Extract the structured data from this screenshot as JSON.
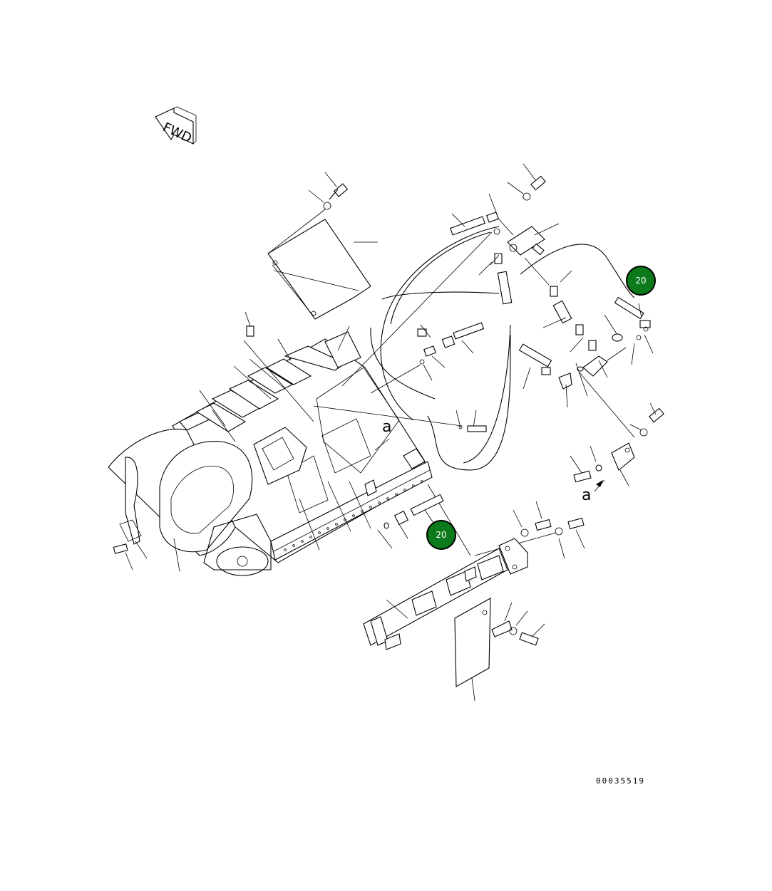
{
  "diagram": {
    "direction_marker": {
      "text": "FWD",
      "icon": "fwd-arrow-icon"
    },
    "reference_letters": [
      "a",
      "a"
    ],
    "callouts": [
      {
        "label": "20",
        "color": "#0a7a1a"
      },
      {
        "label": "20",
        "color": "#0a7a1a"
      }
    ],
    "document_number": "00035519"
  }
}
